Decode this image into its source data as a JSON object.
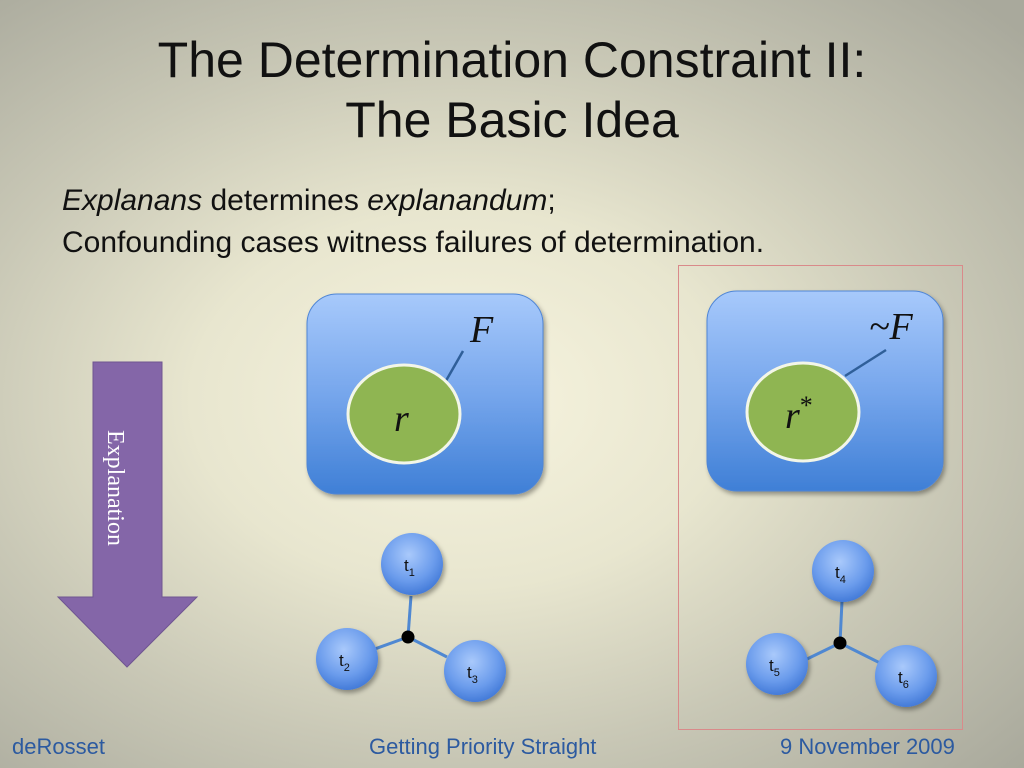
{
  "slide": {
    "title_line1": "The Determination Constraint II:",
    "title_line2": "The Basic Idea",
    "text": {
      "line1_italic_a": "Explanans",
      "line1_mid": " determines ",
      "line1_italic_b": "explanandum",
      "line1_end": ";",
      "line2": "Confounding cases witness failures of determination."
    },
    "arrow_label": "Explanation",
    "left_box": {
      "set_label": "F",
      "circle_label": "r"
    },
    "right_box": {
      "set_label": "~F",
      "circle_label": "r",
      "circle_sup": "*"
    },
    "left_nodes": [
      {
        "base": "t",
        "sub": "1"
      },
      {
        "base": "t",
        "sub": "2"
      },
      {
        "base": "t",
        "sub": "3"
      }
    ],
    "right_nodes": [
      {
        "base": "t",
        "sub": "4"
      },
      {
        "base": "t",
        "sub": "5"
      },
      {
        "base": "t",
        "sub": "6"
      }
    ],
    "footer": {
      "author": "deRosset",
      "talk": "Getting Priority Straight",
      "date": "9 November 2009"
    },
    "colors": {
      "box_blue": "#5b94e0",
      "circle_green": "#8fb552",
      "arrow_purple": "#8466a8",
      "footer_blue": "#2c5aa0"
    }
  }
}
